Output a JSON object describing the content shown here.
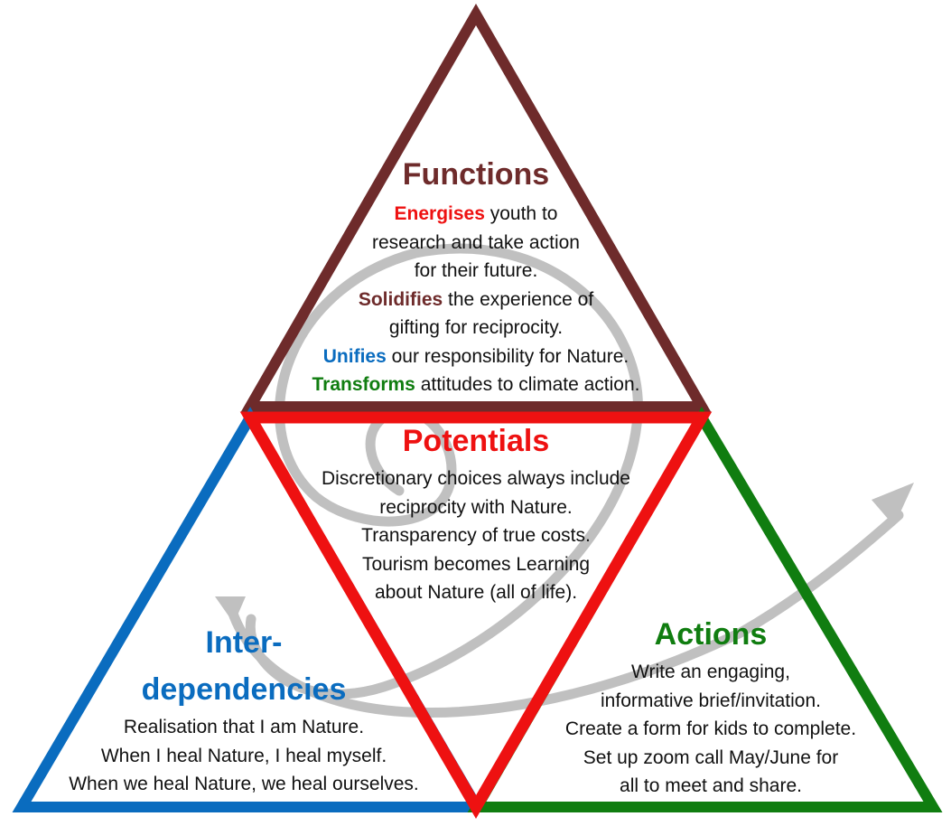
{
  "colors": {
    "functions": "#6e2b2b",
    "potentials": "#ee1111",
    "interdependencies": "#0a6cbf",
    "actions": "#107d10",
    "spiral": "#c0c0c0",
    "text": "#111111"
  },
  "functions": {
    "title": "Functions",
    "lines": [
      {
        "kw": "Energises",
        "kw_color": "#ee1111",
        "rest": " youth to"
      },
      {
        "kw": "",
        "kw_color": "",
        "rest": "research and take action"
      },
      {
        "kw": "",
        "kw_color": "",
        "rest": "for their future."
      },
      {
        "kw": "Solidifies",
        "kw_color": "#6e2b2b",
        "rest": " the experience of"
      },
      {
        "kw": "",
        "kw_color": "",
        "rest": "gifting for reciprocity."
      },
      {
        "kw": "Unifies",
        "kw_color": "#0a6cbf",
        "rest": " our responsibility for Nature."
      },
      {
        "kw": "Transforms",
        "kw_color": "#107d10",
        "rest": " attitudes to climate action."
      }
    ]
  },
  "potentials": {
    "title": "Potentials",
    "lines": [
      "Discretionary choices always include",
      "reciprocity with Nature.",
      "Transparency of true costs.",
      "Tourism becomes Learning",
      "about Nature (all of life)."
    ]
  },
  "interdependencies": {
    "title_line1": "Inter-",
    "title_line2": "dependencies",
    "lines": [
      "Realisation that I am Nature.",
      "When I heal Nature, I heal myself.",
      "When we heal Nature, we heal ourselves."
    ]
  },
  "actions": {
    "title": "Actions",
    "lines": [
      "Write an engaging,",
      "informative brief/invitation.",
      "Create a form for kids to complete.",
      "Set up zoom call May/June for",
      "all to meet and share."
    ]
  }
}
